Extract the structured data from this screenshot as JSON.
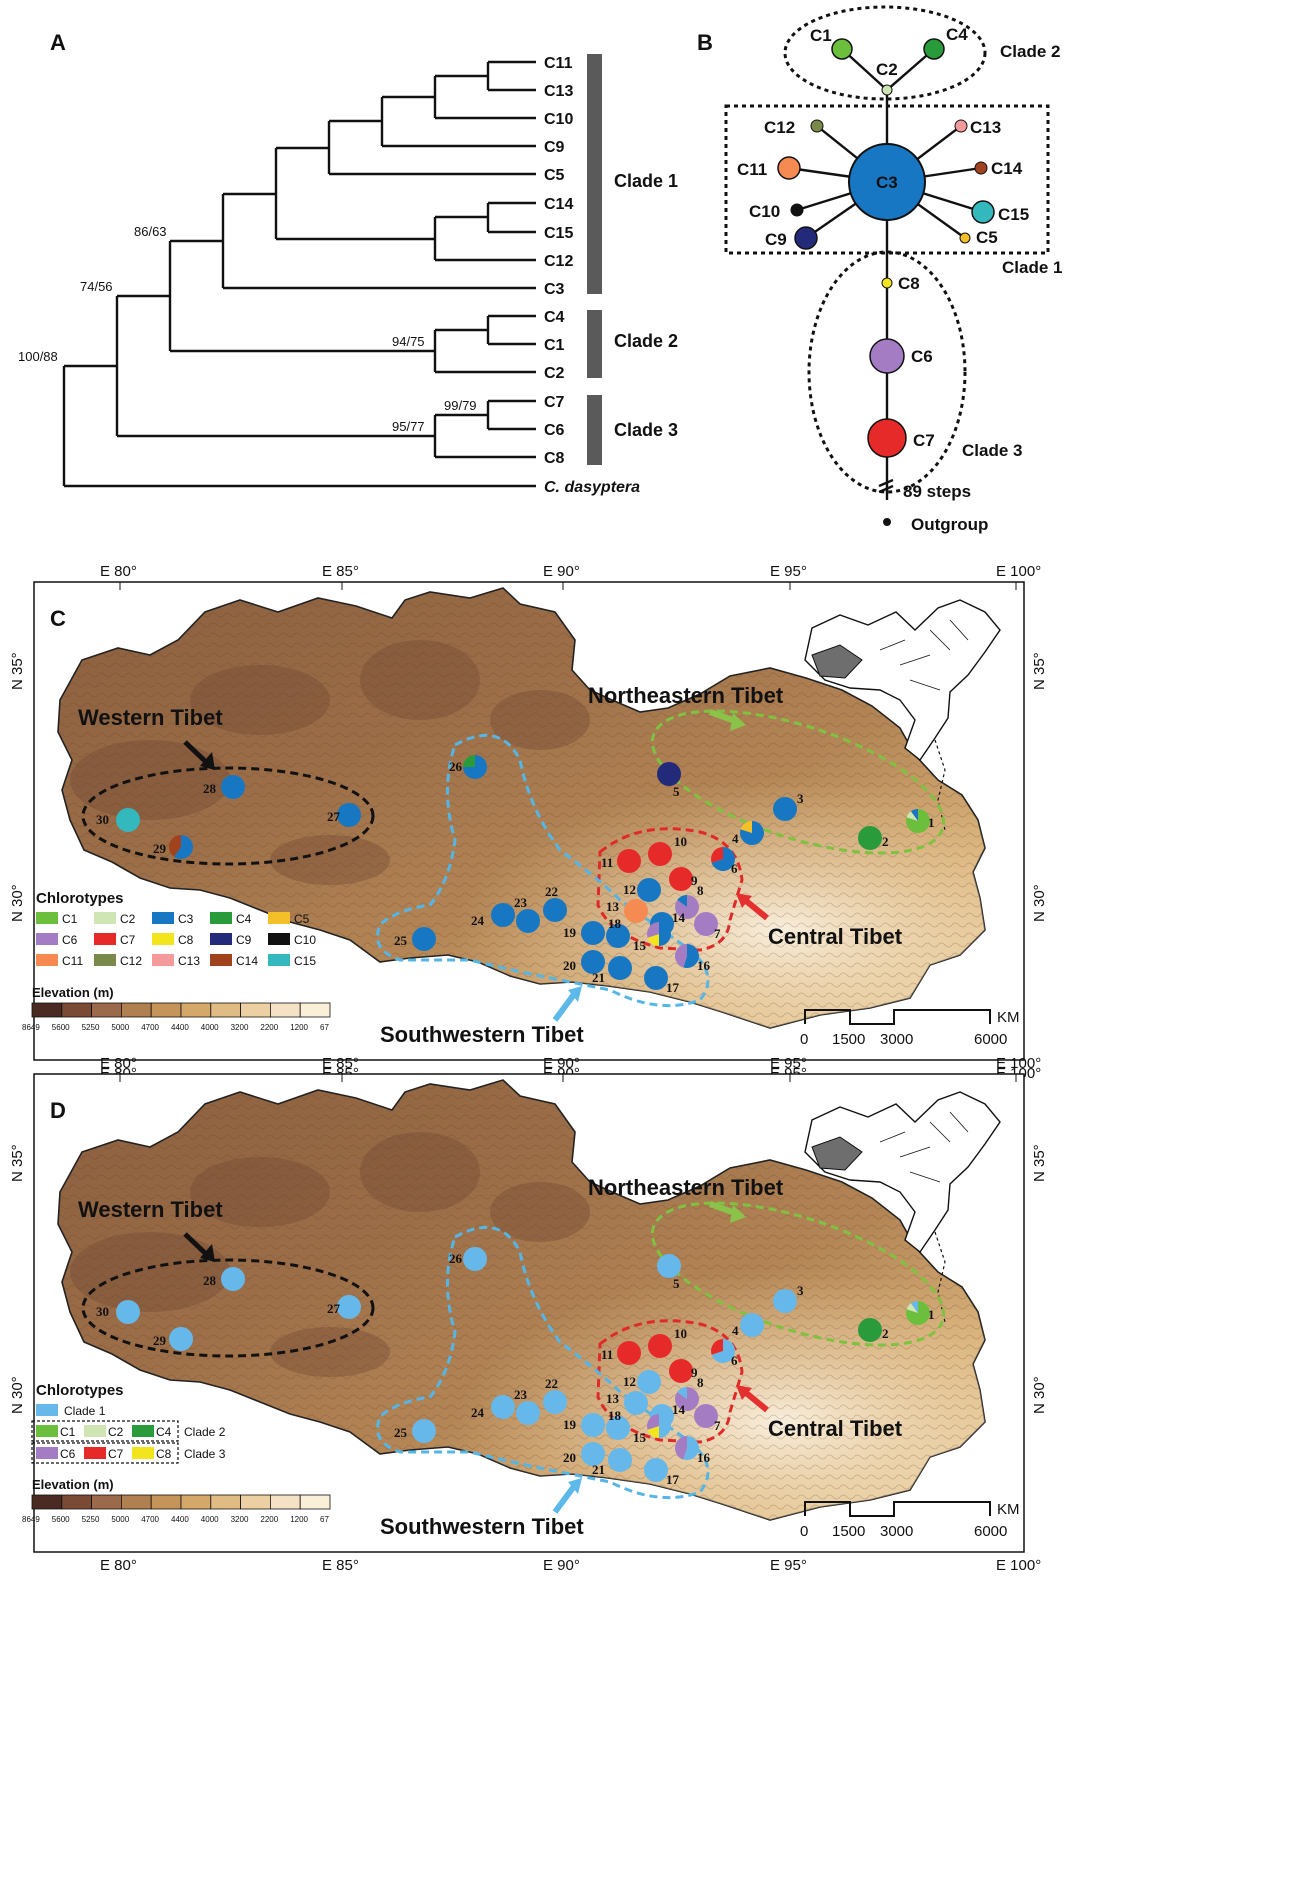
{
  "panels": {
    "a": "A",
    "b": "B",
    "c": "C",
    "d": "D"
  },
  "tree": {
    "taxa": [
      "C11",
      "C13",
      "C10",
      "C9",
      "C5",
      "C14",
      "C15",
      "C12",
      "C3",
      "C4",
      "C1",
      "C2",
      "C7",
      "C6",
      "C8"
    ],
    "outgroup": "C. dasyptera",
    "supports": {
      "root": "100/88",
      "n1": "74/56",
      "n2": "86/63",
      "n3": "94/75",
      "n4": "95/77",
      "n5": "99/79"
    },
    "clades": [
      "Clade 1",
      "Clade 2",
      "Clade 3"
    ]
  },
  "network": {
    "nodes": [
      "C1",
      "C4",
      "C2",
      "C12",
      "C13",
      "C11",
      "C3",
      "C14",
      "C10",
      "C15",
      "C9",
      "C5",
      "C8",
      "C6",
      "C7"
    ],
    "clades": [
      "Clade 2",
      "Clade 1",
      "Clade 3"
    ],
    "steps": "89 steps",
    "outgroup": "Outgroup"
  },
  "map": {
    "lon_ticks": [
      "E 80°",
      "E 85°",
      "E 90°",
      "E 95°",
      "E 100°"
    ],
    "lat_ticks": [
      "N 35°",
      "N 30°"
    ],
    "regions": {
      "western": "Western Tibet",
      "northeastern": "Northeastern Tibet",
      "central": "Central Tibet",
      "southwestern": "Southwestern Tibet"
    },
    "sites": [
      "1",
      "2",
      "3",
      "4",
      "5",
      "6",
      "7",
      "8",
      "9",
      "10",
      "11",
      "12",
      "13",
      "14",
      "15",
      "16",
      "17",
      "18",
      "19",
      "20",
      "21",
      "22",
      "23",
      "24",
      "25",
      "26",
      "27",
      "28",
      "29",
      "30"
    ],
    "legend_title": "Chlorotypes",
    "legend_c": [
      {
        "label": "C1",
        "color": "#6cbf3c"
      },
      {
        "label": "C2",
        "color": "#cfe6b4"
      },
      {
        "label": "C3",
        "color": "#1877c2"
      },
      {
        "label": "C4",
        "color": "#2a9b3a"
      },
      {
        "label": "C5",
        "color": "#f4c02a"
      },
      {
        "label": "C6",
        "color": "#a37cc3"
      },
      {
        "label": "C7",
        "color": "#e62a2a"
      },
      {
        "label": "C8",
        "color": "#f3e51d"
      },
      {
        "label": "C9",
        "color": "#242a7a"
      },
      {
        "label": "C10",
        "color": "#111111"
      },
      {
        "label": "C11",
        "color": "#f58b53"
      },
      {
        "label": "C12",
        "color": "#7a8a4a"
      },
      {
        "label": "C13",
        "color": "#f59a9a"
      },
      {
        "label": "C14",
        "color": "#a0421e"
      },
      {
        "label": "C15",
        "color": "#33b8bd"
      }
    ],
    "legend_d": {
      "clade1": "Clade 1",
      "clade2_items": [
        "C1",
        "C2",
        "C4"
      ],
      "clade2": "Clade 2",
      "clade3_items": [
        "C6",
        "C7",
        "C8"
      ],
      "clade3": "Clade 3"
    },
    "elevation_title": "Elevation (m)",
    "elevation_ticks": [
      "8649",
      "5600",
      "5250",
      "5000",
      "4700",
      "4400",
      "4000",
      "3200",
      "2200",
      "1200",
      "67"
    ],
    "elevation_colors": [
      "#4a2a22",
      "#7a4a35",
      "#9a6a4a",
      "#b08050",
      "#c49458",
      "#d4a868",
      "#e0bc84",
      "#ecd0a4",
      "#f5e2c4",
      "#faf0d8",
      "#ffffff"
    ],
    "scale": {
      "unit": "KM",
      "ticks": [
        "0",
        "1500",
        "3000",
        "6000"
      ]
    }
  }
}
